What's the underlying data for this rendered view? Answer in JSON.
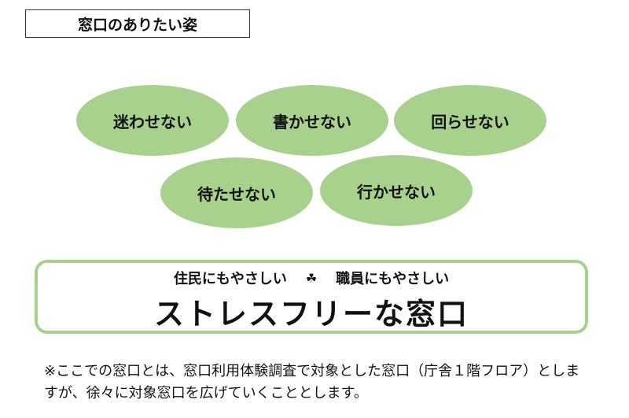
{
  "title": "窓口のありたい姿",
  "goals": [
    {
      "label": "迷わせない"
    },
    {
      "label": "書かせない"
    },
    {
      "label": "回らせない"
    },
    {
      "label": "待たせない"
    },
    {
      "label": "行かせない"
    }
  ],
  "slogan": {
    "subtitle_left": "住民にもやさしい",
    "separator": "☘",
    "subtitle_right": "職員にもやさしい",
    "headline": "ストレスフリーな窓口"
  },
  "footnote": "※ここでの窓口とは、窓口利用体験調査で対象とした窓口（庁舎１階フロア）としますが、徐々に対象窓口を広げていくこととします。",
  "colors": {
    "accent": "#a9d18e"
  }
}
